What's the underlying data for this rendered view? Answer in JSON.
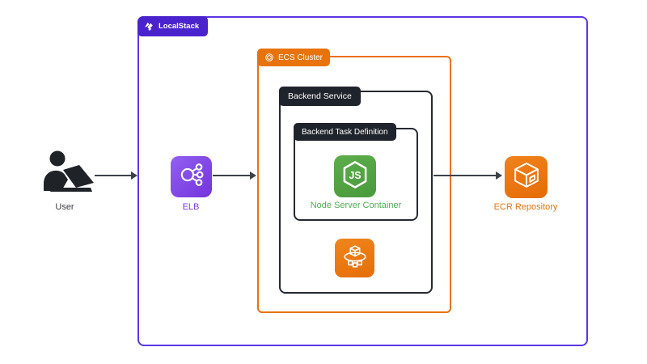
{
  "diagram": {
    "title_tabs": {
      "localstack": "LocalStack",
      "ecs_cluster": "ECS Cluster",
      "backend_service": "Backend Service",
      "backend_task_definition": "Backend Task Definition"
    },
    "nodes": {
      "user": {
        "label": "User",
        "icon": "user-at-laptop-icon"
      },
      "elb": {
        "label": "ELB",
        "icon": "elastic-load-balancer-icon"
      },
      "node_server": {
        "label": "Node Server Container",
        "icon": "nodejs-hexagon-icon",
        "icon_text": "JS"
      },
      "ecs_service": {
        "icon": "ecs-service-cube-icon"
      },
      "ecr": {
        "label": "ECR Repository",
        "icon": "ecr-repository-cube-icon"
      }
    },
    "edges": [
      {
        "from": "user",
        "to": "localstack-boundary"
      },
      {
        "from": "elb",
        "to": "ecs-cluster-boundary"
      },
      {
        "from": "backend-service",
        "to": "ecr-repository"
      }
    ],
    "colors": {
      "localstack_tab_purple": "#4A23CE",
      "localstack_border_purple": "#5A36E4",
      "aws_orange": "#E8730C",
      "dark_label_bg": "#1F232B",
      "node_green": "#54A445",
      "node_label_green": "#4CAF50",
      "elb_label_purple": "#7B3BEB",
      "ecr_label_orange": "#E8730C",
      "arrow_gray": "#3C4048"
    }
  }
}
